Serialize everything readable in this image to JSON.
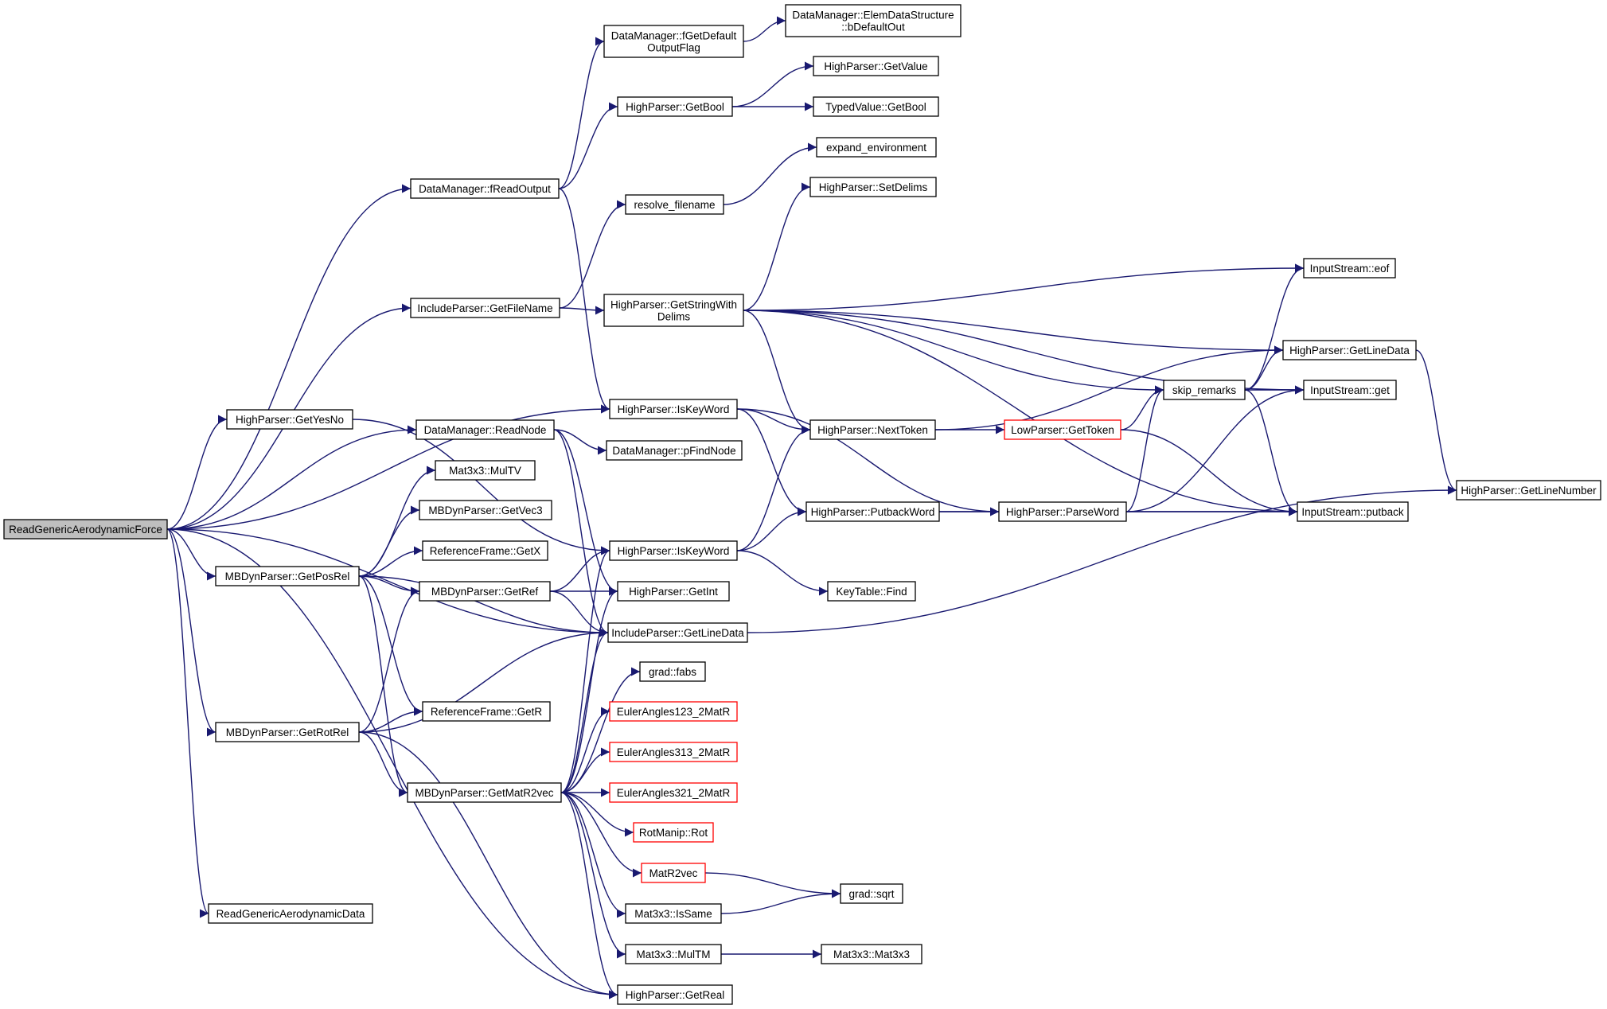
{
  "root": "ReadGenericAerodynamicForce",
  "colors": {
    "edge": "#191970",
    "node_border": "#000000",
    "node_border_red": "#ff0000",
    "root_fill": "#bfbfbf"
  },
  "nodes": [
    {
      "id": "rgaf",
      "lines": [
        "ReadGenericAerodynamicForce"
      ],
      "color": "gray"
    },
    {
      "id": "fro",
      "lines": [
        "DataManager::fReadOutput"
      ]
    },
    {
      "id": "fgdo",
      "lines": [
        "DataManager::fGetDefault",
        "OutputFlag"
      ]
    },
    {
      "id": "eds",
      "lines": [
        "DataManager::ElemDataStructure",
        "::bDefaultOut"
      ]
    },
    {
      "id": "hgb",
      "lines": [
        "HighParser::GetBool"
      ]
    },
    {
      "id": "hgv",
      "lines": [
        "HighParser::GetValue"
      ]
    },
    {
      "id": "tvgb",
      "lines": [
        "TypedValue::GetBool"
      ]
    },
    {
      "id": "expenv",
      "lines": [
        "expand_environment"
      ]
    },
    {
      "id": "resfn",
      "lines": [
        "resolve_filename"
      ]
    },
    {
      "id": "hsd",
      "lines": [
        "HighParser::SetDelims"
      ]
    },
    {
      "id": "igfn",
      "lines": [
        "IncludeParser::GetFileName"
      ]
    },
    {
      "id": "hgsw",
      "lines": [
        "HighParser::GetStringWith",
        "Delims"
      ]
    },
    {
      "id": "iseof",
      "lines": [
        "InputStream::eof"
      ]
    },
    {
      "id": "hgld",
      "lines": [
        "HighParser::GetLineData"
      ]
    },
    {
      "id": "skip",
      "lines": [
        "skip_remarks"
      ]
    },
    {
      "id": "isget",
      "lines": [
        "InputStream::get"
      ]
    },
    {
      "id": "hgyn",
      "lines": [
        "HighParser::GetYesNo"
      ]
    },
    {
      "id": "hkw1",
      "lines": [
        "HighParser::IsKeyWord"
      ]
    },
    {
      "id": "hnt",
      "lines": [
        "HighParser::NextToken"
      ]
    },
    {
      "id": "lgt",
      "lines": [
        "LowParser::GetToken"
      ],
      "color": "red"
    },
    {
      "id": "drn",
      "lines": [
        "DataManager::ReadNode"
      ]
    },
    {
      "id": "dpfn",
      "lines": [
        "DataManager::pFindNode"
      ]
    },
    {
      "id": "hgln",
      "lines": [
        "HighParser::GetLineNumber"
      ]
    },
    {
      "id": "mtv",
      "lines": [
        "Mat3x3::MulTV"
      ]
    },
    {
      "id": "hpw",
      "lines": [
        "HighParser::PutbackWord"
      ]
    },
    {
      "id": "hpword",
      "lines": [
        "HighParser::ParseWord"
      ]
    },
    {
      "id": "isput",
      "lines": [
        "InputStream::putback"
      ]
    },
    {
      "id": "mgv3",
      "lines": [
        "MBDynParser::GetVec3"
      ]
    },
    {
      "id": "mgpr",
      "lines": [
        "MBDynParser::GetPosRel"
      ]
    },
    {
      "id": "rfgx",
      "lines": [
        "ReferenceFrame::GetX"
      ]
    },
    {
      "id": "hkw2",
      "lines": [
        "HighParser::IsKeyWord"
      ]
    },
    {
      "id": "mgref",
      "lines": [
        "MBDynParser::GetRef"
      ]
    },
    {
      "id": "hgi",
      "lines": [
        "HighParser::GetInt"
      ]
    },
    {
      "id": "ktf",
      "lines": [
        "KeyTable::Find"
      ]
    },
    {
      "id": "igld",
      "lines": [
        "IncludeParser::GetLineData"
      ]
    },
    {
      "id": "gfabs",
      "lines": [
        "grad::fabs"
      ]
    },
    {
      "id": "ea123",
      "lines": [
        "EulerAngles123_2MatR"
      ],
      "color": "red"
    },
    {
      "id": "mgrr",
      "lines": [
        "MBDynParser::GetRotRel"
      ]
    },
    {
      "id": "rfgr",
      "lines": [
        "ReferenceFrame::GetR"
      ]
    },
    {
      "id": "ea313",
      "lines": [
        "EulerAngles313_2MatR"
      ],
      "color": "red"
    },
    {
      "id": "mgm2v",
      "lines": [
        "MBDynParser::GetMatR2vec"
      ]
    },
    {
      "id": "ea321",
      "lines": [
        "EulerAngles321_2MatR"
      ],
      "color": "red"
    },
    {
      "id": "rmrot",
      "lines": [
        "RotManip::Rot"
      ],
      "color": "red"
    },
    {
      "id": "mr2v",
      "lines": [
        "MatR2vec"
      ],
      "color": "red"
    },
    {
      "id": "gsqrt",
      "lines": [
        "grad::sqrt"
      ]
    },
    {
      "id": "missame",
      "lines": [
        "Mat3x3::IsSame"
      ]
    },
    {
      "id": "rgad",
      "lines": [
        "ReadGenericAerodynamicData"
      ]
    },
    {
      "id": "mtm",
      "lines": [
        "Mat3x3::MulTM"
      ]
    },
    {
      "id": "mm3",
      "lines": [
        "Mat3x3::Mat3x3"
      ]
    },
    {
      "id": "hgr",
      "lines": [
        "HighParser::GetReal"
      ]
    }
  ],
  "edges": [
    [
      "rgaf",
      "fro"
    ],
    [
      "rgaf",
      "igfn"
    ],
    [
      "rgaf",
      "hkw1"
    ],
    [
      "rgaf",
      "hgyn"
    ],
    [
      "rgaf",
      "drn"
    ],
    [
      "rgaf",
      "mgpr"
    ],
    [
      "rgaf",
      "igld"
    ],
    [
      "rgaf",
      "mgrr"
    ],
    [
      "rgaf",
      "rgad"
    ],
    [
      "rgaf",
      "hgr"
    ],
    [
      "fro",
      "fgdo"
    ],
    [
      "fro",
      "hgb"
    ],
    [
      "fro",
      "hkw1"
    ],
    [
      "fgdo",
      "eds"
    ],
    [
      "hgb",
      "hgv"
    ],
    [
      "hgb",
      "tvgb"
    ],
    [
      "resfn",
      "expenv"
    ],
    [
      "igfn",
      "resfn"
    ],
    [
      "igfn",
      "hgsw"
    ],
    [
      "hgsw",
      "hsd"
    ],
    [
      "hgsw",
      "iseof"
    ],
    [
      "hgsw",
      "hgld"
    ],
    [
      "hgsw",
      "skip"
    ],
    [
      "hgsw",
      "isget"
    ],
    [
      "hgsw",
      "hnt"
    ],
    [
      "hgsw",
      "isput"
    ],
    [
      "hgld",
      "hgln"
    ],
    [
      "skip",
      "iseof"
    ],
    [
      "skip",
      "hgld"
    ],
    [
      "skip",
      "isget"
    ],
    [
      "skip",
      "isput"
    ],
    [
      "hgyn",
      "hkw2"
    ],
    [
      "hkw1",
      "hnt"
    ],
    [
      "hkw1",
      "hpw"
    ],
    [
      "hkw1",
      "hpword"
    ],
    [
      "hnt",
      "lgt"
    ],
    [
      "hnt",
      "hgld"
    ],
    [
      "lgt",
      "skip"
    ],
    [
      "lgt",
      "isput"
    ],
    [
      "drn",
      "dpfn"
    ],
    [
      "drn",
      "hgi"
    ],
    [
      "drn",
      "igld"
    ],
    [
      "hpw",
      "hpword"
    ],
    [
      "hpw",
      "isput"
    ],
    [
      "hpword",
      "skip"
    ],
    [
      "hpword",
      "isget"
    ],
    [
      "hpword",
      "isput"
    ],
    [
      "mgpr",
      "mtv"
    ],
    [
      "mgpr",
      "mgv3"
    ],
    [
      "mgpr",
      "rfgx"
    ],
    [
      "mgpr",
      "mgref"
    ],
    [
      "mgpr",
      "igld"
    ],
    [
      "mgpr",
      "rfgr"
    ],
    [
      "mgpr",
      "mgm2v"
    ],
    [
      "mgref",
      "hkw2"
    ],
    [
      "mgref",
      "hgi"
    ],
    [
      "mgref",
      "igld"
    ],
    [
      "hkw2",
      "hnt"
    ],
    [
      "hkw2",
      "hpw"
    ],
    [
      "hkw2",
      "ktf"
    ],
    [
      "igld",
      "hgln"
    ],
    [
      "mgrr",
      "mgref"
    ],
    [
      "mgrr",
      "rfgr"
    ],
    [
      "mgrr",
      "igld"
    ],
    [
      "mgrr",
      "mgm2v"
    ],
    [
      "mgrr",
      "hgr"
    ],
    [
      "mgm2v",
      "hkw2"
    ],
    [
      "mgm2v",
      "hgi"
    ],
    [
      "mgm2v",
      "igld"
    ],
    [
      "mgm2v",
      "gfabs"
    ],
    [
      "mgm2v",
      "ea123"
    ],
    [
      "mgm2v",
      "ea313"
    ],
    [
      "mgm2v",
      "ea321"
    ],
    [
      "mgm2v",
      "rmrot"
    ],
    [
      "mgm2v",
      "mr2v"
    ],
    [
      "mgm2v",
      "missame"
    ],
    [
      "mgm2v",
      "mtm"
    ],
    [
      "mgm2v",
      "hgr"
    ],
    [
      "mr2v",
      "gsqrt"
    ],
    [
      "missame",
      "gsqrt"
    ],
    [
      "mtm",
      "mm3"
    ]
  ]
}
